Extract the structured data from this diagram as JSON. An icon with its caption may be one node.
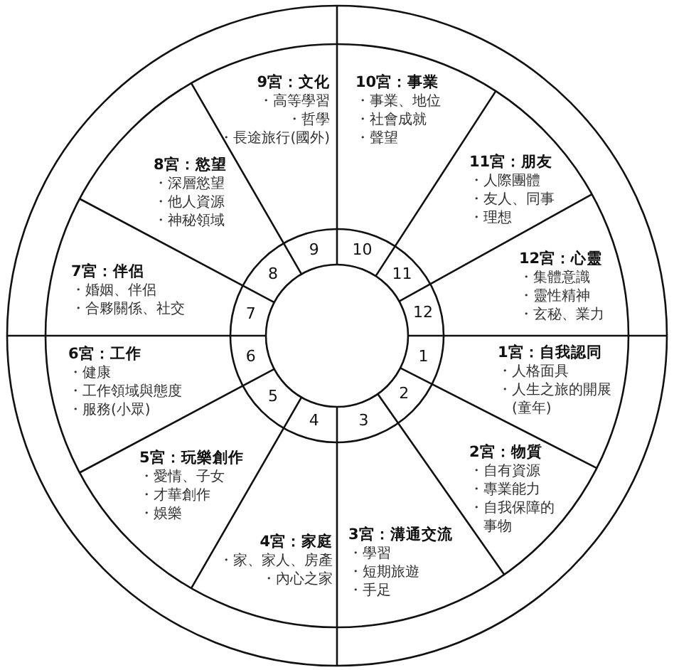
{
  "diagram": {
    "nodes": [
      {
        "text": [
          "1宮：自我認同",
          "・人格面具",
          "・人生之旅的開展(童年)"
        ]
      },
      {
        "text": [
          "2宮：物質",
          "・自有資源",
          "・專業能力",
          "・自我保障的事物"
        ]
      },
      {
        "text": [
          "3宮：溝通交流",
          "・學習",
          "・短期旅遊",
          "・手足"
        ]
      },
      {
        "text": [
          "4宮：家庭",
          "・家、家人、房產",
          "・內心之家"
        ]
      },
      {
        "text": [
          "5宮：玩樂創作",
          "・愛情、子女",
          "・才華創作",
          "・娛樂"
        ]
      },
      {
        "text": [
          "6宮：工作",
          "・健康",
          "・工作領域與態度",
          "・服務(小眾)"
        ]
      },
      {
        "text": [
          "7宮：伴侶",
          "・婚姻、伴侶",
          "・合夥關係、社交"
        ]
      },
      {
        "text": [
          "8宮：慾望",
          "・深層慾望",
          "・他人資源",
          "・神秘領域"
        ]
      },
      {
        "text": [
          "9宮：文化",
          "・高等學習",
          "・哲學",
          "・長途旅行(國外)"
        ]
      },
      {
        "text": [
          "10宮：事業",
          "・事業、地位",
          "・社會成就",
          "・聲望"
        ]
      },
      {
        "text": [
          "11宮：朋友",
          "・人際團體",
          "・友人、同事",
          "・理想"
        ]
      },
      {
        "text": [
          "12宮：心靈",
          "・集體意識",
          "・靈性精神",
          "・玄秘、業力"
        ]
      },
      {
        "text": [
          "1"
        ]
      },
      {
        "text": [
          "2"
        ]
      },
      {
        "text": [
          "3"
        ]
      },
      {
        "text": [
          "4"
        ]
      },
      {
        "text": [
          "5"
        ]
      },
      {
        "text": [
          "6"
        ]
      },
      {
        "text": [
          "7"
        ]
      },
      {
        "text": [
          "8"
        ]
      },
      {
        "text": [
          "9"
        ]
      },
      {
        "text": [
          "10"
        ]
      },
      {
        "text": [
          "11"
        ]
      },
      {
        "text": [
          "12"
        ]
      }
    ]
  }
}
